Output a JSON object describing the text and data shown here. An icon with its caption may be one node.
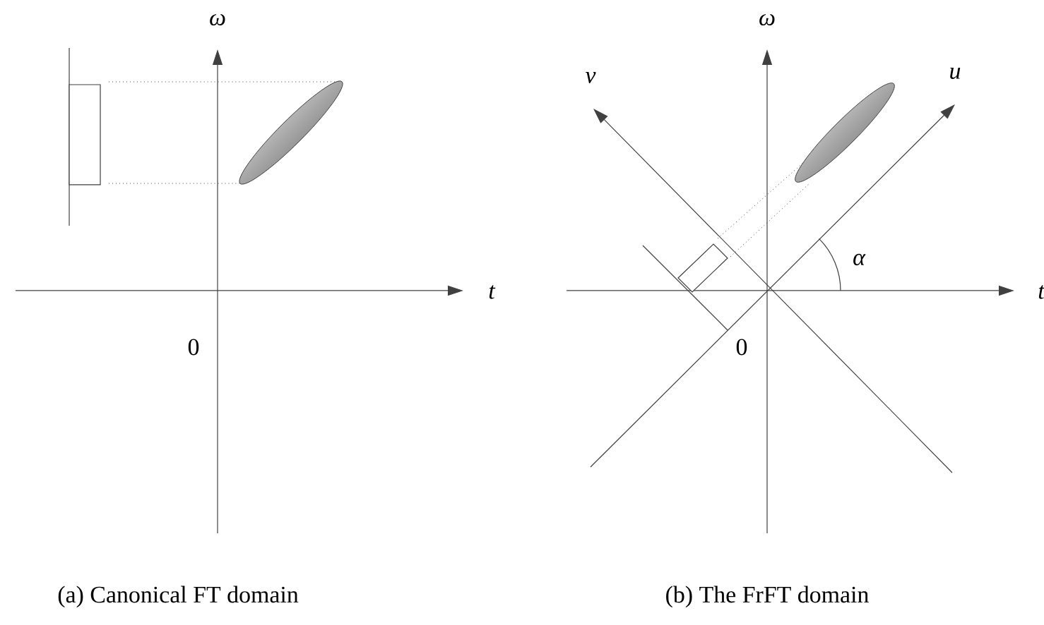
{
  "diagram": {
    "labels": [
      "ω",
      "ω",
      "v",
      "u",
      "α",
      "t",
      "t",
      "0",
      "0",
      "(a) Canonical FT domain",
      "(b) The FrFT domain"
    ]
  }
}
